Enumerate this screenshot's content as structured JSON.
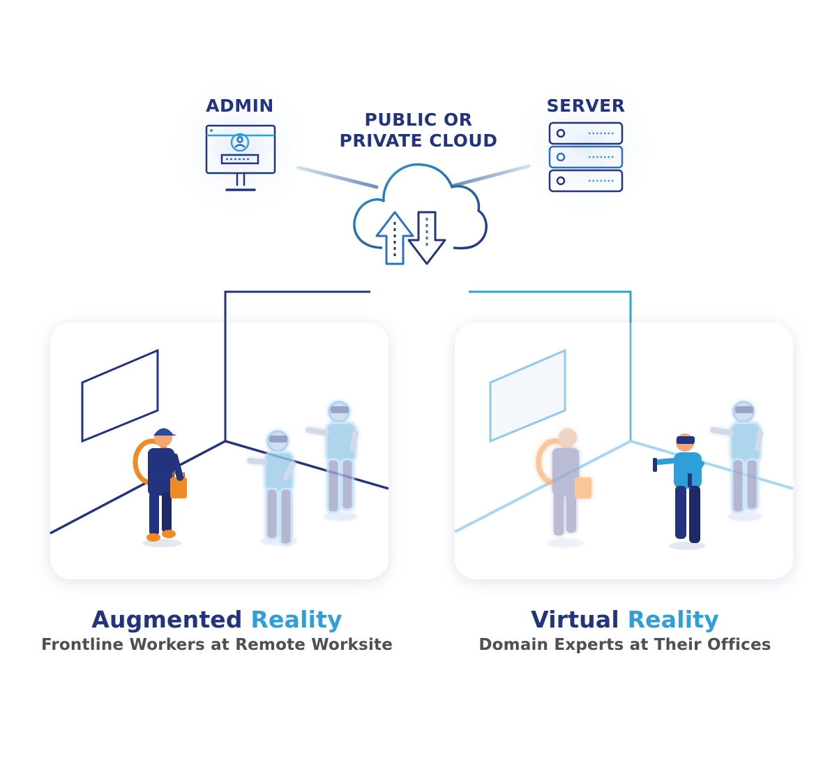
{
  "colors": {
    "dark_blue": "#23347e",
    "light_blue": "#2e9fd8",
    "gray_text": "#4e4e54",
    "orange": "#f08a24"
  },
  "nodes": {
    "admin": {
      "label": "ADMIN",
      "icon": "monitor-user-icon"
    },
    "cloud": {
      "label_line1": "PUBLIC OR",
      "label_line2": "PRIVATE CLOUD",
      "icon": "cloud-upload-download-icon"
    },
    "server": {
      "label": "SERVER",
      "icon": "server-rack-icon"
    }
  },
  "panels": {
    "ar": {
      "title_word1": "Augmented",
      "title_word2": "Reality",
      "subtitle": "Frontline Workers at Remote Worksite"
    },
    "vr": {
      "title_word1": "Virtual",
      "title_word2": "Reality",
      "subtitle": "Domain Experts at Their Offices"
    }
  }
}
